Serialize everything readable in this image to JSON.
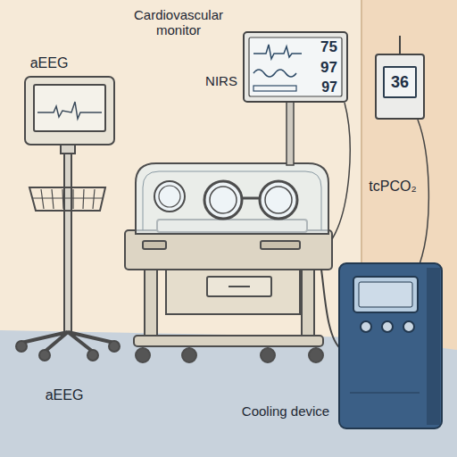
{
  "diagram": {
    "nodes": [
      {
        "text": [
          "75",
          "97",
          "97"
        ]
      },
      {
        "text": [
          "36"
        ]
      }
    ],
    "labels": [
      "aEEG",
      "Cardiovascular monitor",
      "NIRS",
      "tcPCO₂",
      "aEEG",
      "Cooling device"
    ]
  }
}
